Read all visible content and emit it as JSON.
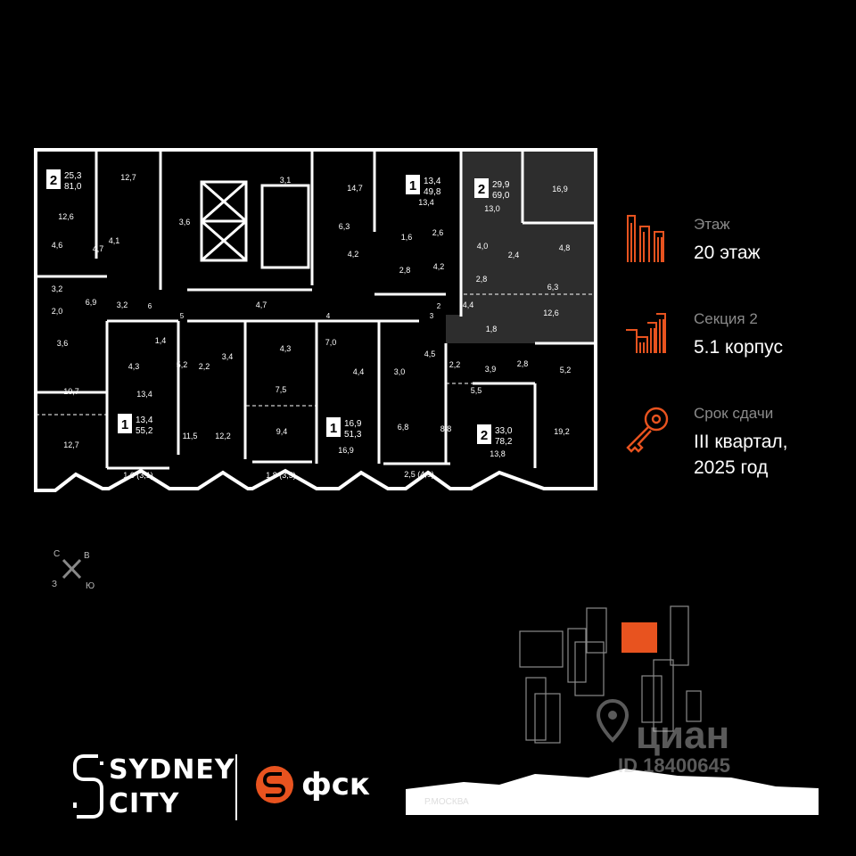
{
  "info": {
    "floor_label": "Этаж",
    "floor_value": "20 этаж",
    "section_label": "Секция 2",
    "section_value": "5.1 корпус",
    "deadline_label": "Срок сдачи",
    "deadline_line1": "III квартал,",
    "deadline_line2": "2025 год"
  },
  "brand": {
    "sydney_line1": "SYDNEY",
    "sydney_line2": "CITY",
    "developer": "фск"
  },
  "compass": {
    "n": "С",
    "e": "В",
    "w": "З",
    "s": "Ю"
  },
  "river_label": "Р.МОСКВА",
  "watermark": {
    "name": "циан",
    "id": "ID 18400645"
  },
  "colors": {
    "accent": "#e8531f",
    "plan_bg": "#000000",
    "highlight": "#2e2e2e",
    "line": "#ffffff"
  },
  "apartments": [
    {
      "rooms": "2",
      "living": "25,3",
      "total": "81,0"
    },
    {
      "rooms": "1",
      "living": "13,4",
      "total": "49,8"
    },
    {
      "rooms": "2",
      "living": "29,9",
      "total": "69,0"
    },
    {
      "rooms": "1",
      "living": "13,4",
      "total": "55,2"
    },
    {
      "rooms": "1",
      "living": "16,9",
      "total": "51,3"
    },
    {
      "rooms": "2",
      "living": "33,0",
      "total": "78,2"
    }
  ],
  "room_areas": [
    "12,7",
    "12,6",
    "4,6",
    "4,7",
    "4,1",
    "3,2",
    "2,0",
    "6,9",
    "3,6",
    "10,7",
    "12,7",
    "3,2",
    "3,6",
    "3,1",
    "14,7",
    "6,3",
    "4,2",
    "13,4",
    "1,6",
    "2,6",
    "2,8",
    "4,2",
    "13,0",
    "16,9",
    "4,0",
    "2,4",
    "4,8",
    "2,8",
    "6,3",
    "12,6",
    "4,4",
    "1,8",
    "4,7",
    "1,4",
    "4,3",
    "5,2",
    "2,2",
    "3,4",
    "13,4",
    "11,5",
    "12,2",
    "1,6 (3,1)",
    "4,3",
    "7,5",
    "9,4",
    "1,8 (3,5)",
    "7,0",
    "4,4",
    "16,9",
    "3,0",
    "4,5",
    "2,2",
    "3,9",
    "2,8",
    "5,2",
    "5,5",
    "6,8",
    "8,8",
    "13,8",
    "19,2",
    "2,5 (4,9)",
    "2",
    "3",
    "4",
    "5",
    "6"
  ]
}
